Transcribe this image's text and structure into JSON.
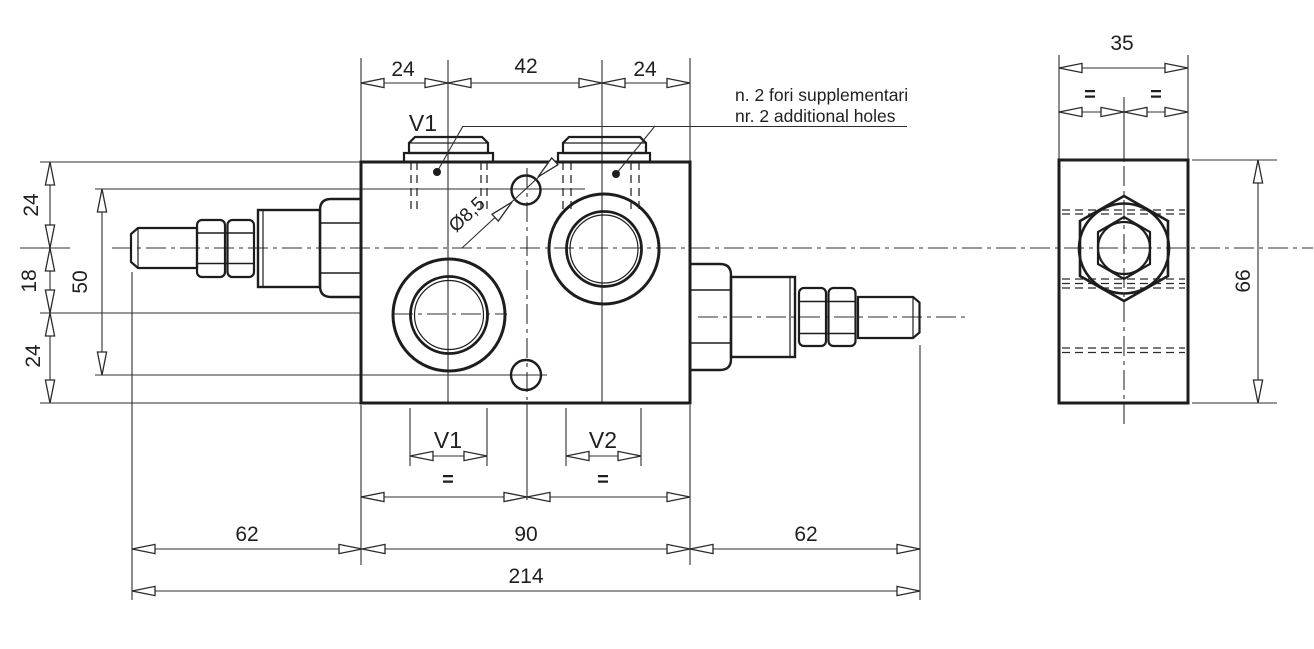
{
  "colors": {
    "line": "#2a2a2a",
    "text": "#1f1f1f",
    "background": "#ffffff"
  },
  "note": {
    "line1": "n. 2 fori supplementari",
    "line2": "nr. 2 additional holes"
  },
  "front": {
    "plug_label": "V1",
    "dim_top_left": "24",
    "dim_top_mid": "42",
    "dim_top_right": "24",
    "dim_left_top": "24",
    "dim_left_mid": "18",
    "dim_left_bottom": "24",
    "dim_hole_span": "50",
    "hole_dia": "Ø8,5",
    "cavity1_label": "V1",
    "cavity2_label": "V2",
    "eq1": "=",
    "eq2": "=",
    "dim_bottom_left": "62",
    "dim_bottom_mid": "90",
    "dim_bottom_right": "62",
    "dim_total": "214"
  },
  "side": {
    "dim_width": "35",
    "dim_height": "66",
    "eq_left": "=",
    "eq_right": "="
  }
}
